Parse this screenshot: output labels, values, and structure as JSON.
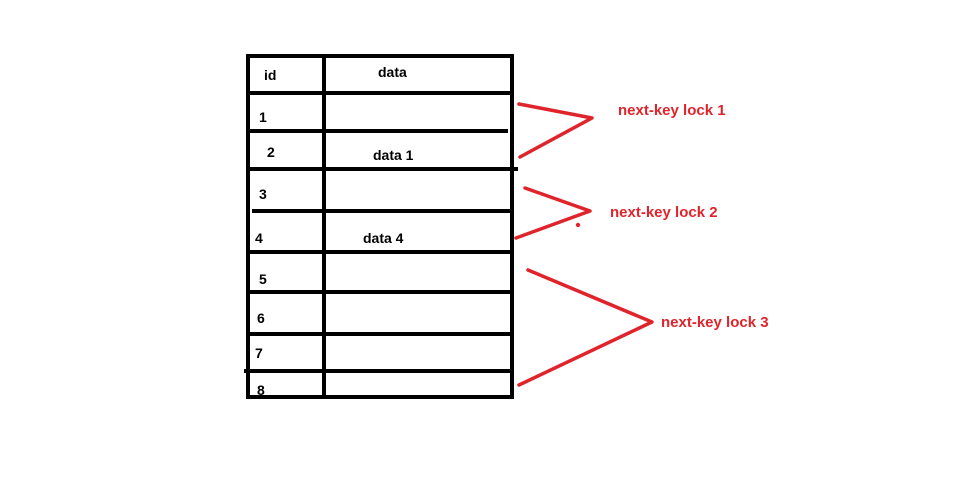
{
  "table": {
    "header_id": "id",
    "header_data": "data",
    "rows": [
      {
        "id": "1",
        "data": ""
      },
      {
        "id": "2",
        "data": "data 1"
      },
      {
        "id": "3",
        "data": ""
      },
      {
        "id": "4",
        "data": "data 4"
      },
      {
        "id": "5",
        "data": ""
      },
      {
        "id": "6",
        "data": ""
      },
      {
        "id": "7",
        "data": ""
      },
      {
        "id": "8",
        "data": ""
      }
    ]
  },
  "locks": [
    {
      "label": "next-key lock 1"
    },
    {
      "label": "next-key lock 2"
    },
    {
      "label": "next-key lock 3"
    }
  ],
  "colors": {
    "line": "#000000",
    "lock": "#e0242b"
  }
}
